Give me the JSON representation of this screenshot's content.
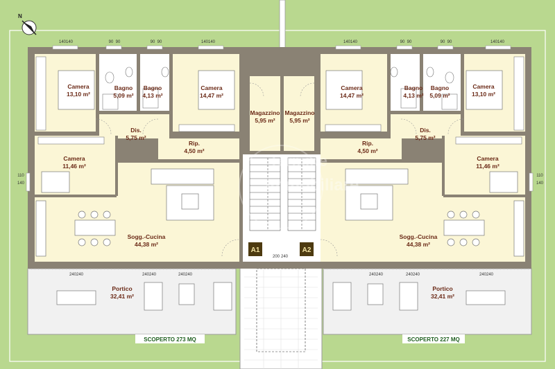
{
  "compass": {
    "label": "N"
  },
  "rooms": {
    "camera_nw": {
      "name": "Camera",
      "area": "13,10 m²"
    },
    "bagno_w1": {
      "name": "Bagno",
      "area": "5,09 m²"
    },
    "bagno_w2": {
      "name": "Bagno",
      "area": "4,13 m²"
    },
    "camera_w2": {
      "name": "Camera",
      "area": "14,47 m²"
    },
    "dis_w": {
      "name": "Dis.",
      "area": "5,75 m²"
    },
    "rip_w": {
      "name": "Rip.",
      "area": "4,50 m²"
    },
    "camera_w3": {
      "name": "Camera",
      "area": "11,46 m²"
    },
    "sogg_w": {
      "name": "Sogg.-Cucina",
      "area": "44,38 m²"
    },
    "portico_w": {
      "name": "Portico",
      "area": "32,41 m²"
    },
    "magazzino_1": {
      "name": "Magazzino",
      "area": "5,95 m²"
    },
    "magazzino_2": {
      "name": "Magazzino",
      "area": "5,95 m²"
    },
    "camera_e2": {
      "name": "Camera",
      "area": "14,47 m²"
    },
    "bagno_e2": {
      "name": "Bagno",
      "area": "4,13 m²"
    },
    "bagno_e1": {
      "name": "Bagno",
      "area": "5,09 m²"
    },
    "camera_ne": {
      "name": "Camera",
      "area": "13,10 m²"
    },
    "dis_e": {
      "name": "Dis.",
      "area": "5,75 m²"
    },
    "rip_e": {
      "name": "Rip.",
      "area": "4,50 m²"
    },
    "camera_e3": {
      "name": "Camera",
      "area": "11,46 m²"
    },
    "sogg_e": {
      "name": "Sogg.-Cucina",
      "area": "44,38 m²"
    },
    "portico_e": {
      "name": "Portico",
      "area": "32,41 m²"
    }
  },
  "entrances": {
    "a1": "A1",
    "a2": "A2"
  },
  "outdoor": {
    "left": "SCOPERTO 273 MQ",
    "right": "SCOPERTO 227 MQ"
  },
  "dimensions": {
    "w140": "140",
    "w90": "90",
    "w110": "110",
    "w240": "240",
    "w200": "200"
  },
  "watermark": {
    "line1": "Termine",
    "line2": "Immobiliare"
  },
  "colors": {
    "lawn": "#b9d88f",
    "wall": "#8a8274",
    "floor": "#fbf6d6",
    "bath": "#ffffff",
    "stair": "#ffffff",
    "portico": "#f1f1f1",
    "label": "#6b2a17",
    "green_label": "#1f5f1f",
    "entry_box": "#4d3a10"
  }
}
